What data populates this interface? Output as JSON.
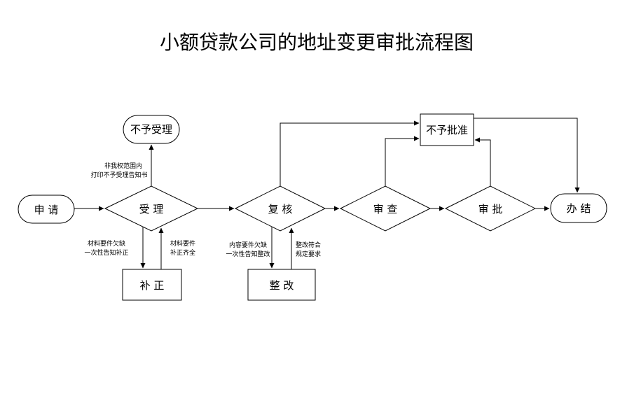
{
  "title": "小额贷款公司的地址变更审批流程图",
  "nodes": {
    "apply": "申 请",
    "accept": "受 理",
    "reject_accept": "不予受理",
    "supplement": "补 正",
    "review": "复 核",
    "rectify": "整 改",
    "examine": "审 查",
    "approve": "审 批",
    "not_approve": "不予批准",
    "complete": "办 结"
  },
  "notes": {
    "out_of_scope": [
      "非我权范围内",
      "打印不予受理告知书"
    ],
    "materials_missing": [
      "材料要件欠缺",
      "一次性告知补正"
    ],
    "materials_complete": [
      "材料要件",
      "补正齐全"
    ],
    "content_missing": [
      "内容要件欠缺",
      "一次性告知整改"
    ],
    "rectify_ok": [
      "整改符合",
      "规定要求"
    ]
  }
}
